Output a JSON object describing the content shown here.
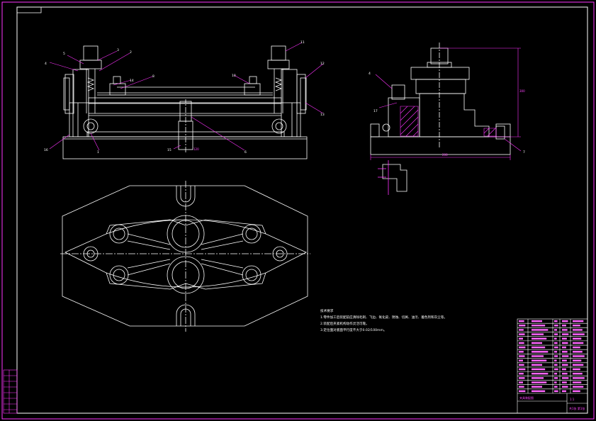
{
  "colors": {
    "background": "#000000",
    "frame": "#ff33ff",
    "outline": "#ffffff",
    "leader": "#ff33ff",
    "centerline": "#ffffff",
    "hatch": "#ff33ff",
    "title_block_text": "#ff66ff"
  },
  "front_view_balloons": [
    "5",
    "4",
    "3",
    "2",
    "8",
    "11",
    "12",
    "13",
    "14",
    "10",
    "1",
    "6",
    "15",
    "16"
  ],
  "side_view_balloons": [
    "4",
    "17",
    "7"
  ],
  "side_view_dims": [
    "200",
    "300"
  ],
  "front_view_dims": [
    "120"
  ],
  "note_heading": "技术要求",
  "notes": [
    "1.零件加工后装配前应清除毛刺、飞边、氧化皮、锈蚀、切屑、油污、着色剂和灰尘等。",
    "2.装配后夹紧机构动作灵活可靠。",
    "3.定位面对底面平行度不大于0.02/100mm。"
  ],
  "title_block": {
    "drawing_name": "夹具装配图",
    "scale": "1:1",
    "sheet": "共1张 第1张"
  }
}
